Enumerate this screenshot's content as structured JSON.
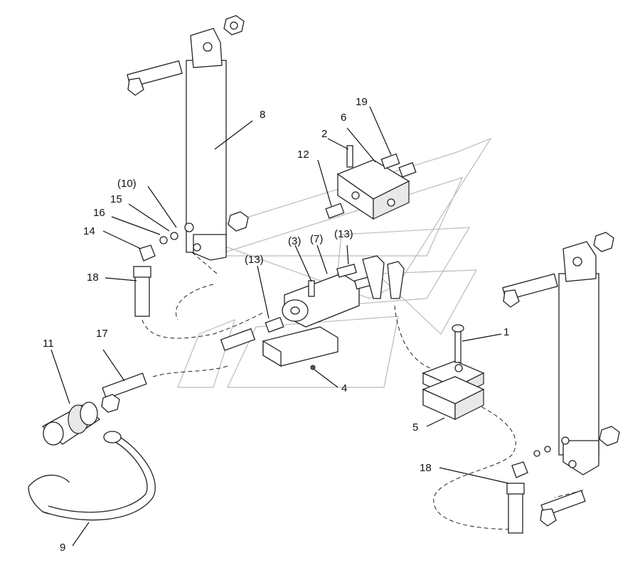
{
  "labels": {
    "l1": "1",
    "l2": "2",
    "l3": "(3)",
    "l4": "4",
    "l5": "5",
    "l6": "6",
    "l7": "(7)",
    "l8": "8",
    "l9": "9",
    "l10": "(10)",
    "l11": "11",
    "l12": "12",
    "l13a": "(13)",
    "l13b": "(13)",
    "l14": "14",
    "l15": "15",
    "l16": "16",
    "l17": "17",
    "l18a": "18",
    "l18b": "18",
    "l19": "19"
  }
}
